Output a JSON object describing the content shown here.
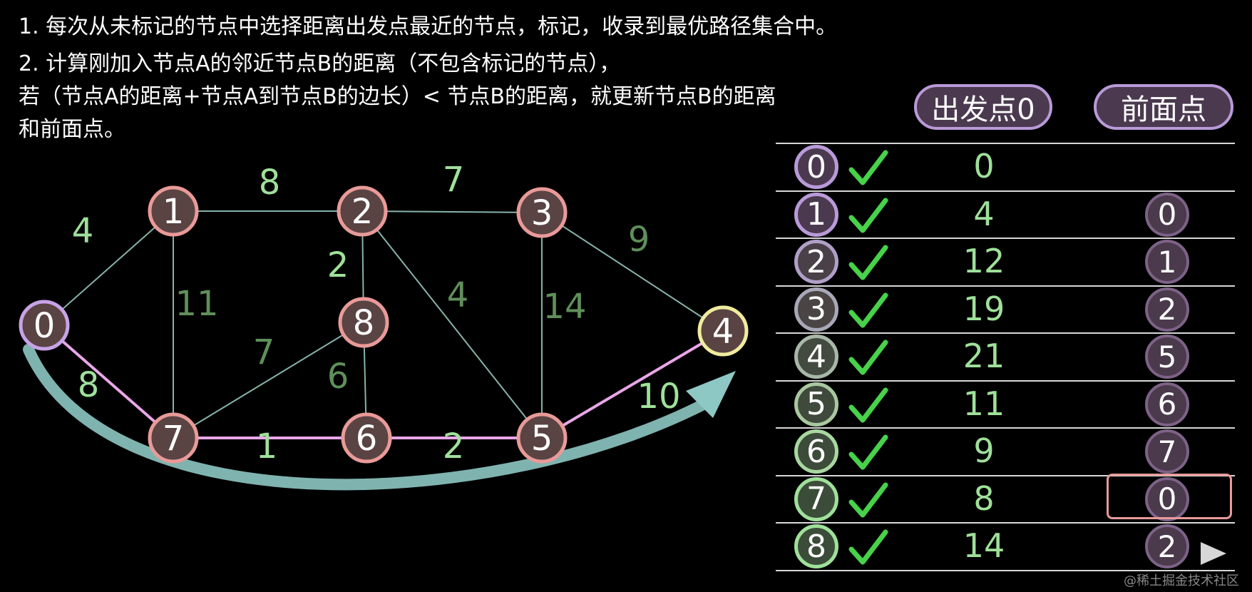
{
  "instructions": [
    "1. 每次从未标记的节点中选择距离出发点最近的节点，标记，收录到最优路径集合中。",
    "2. 计算刚加入节点A的邻近节点B的距离（不包含标记的节点），",
    "若（节点A的距离+节点A到节点B的边长）< 节点B的距离，就更新节点B的距离",
    "和前面点。"
  ],
  "table": {
    "header_distance": "出发点0",
    "header_prev": "前面点",
    "rows": [
      {
        "node": "0",
        "checked": true,
        "distance": "0",
        "prev": ""
      },
      {
        "node": "1",
        "checked": true,
        "distance": "4",
        "prev": "0"
      },
      {
        "node": "2",
        "checked": true,
        "distance": "12",
        "prev": "1"
      },
      {
        "node": "3",
        "checked": true,
        "distance": "19",
        "prev": "2"
      },
      {
        "node": "4",
        "checked": true,
        "distance": "21",
        "prev": "5"
      },
      {
        "node": "5",
        "checked": true,
        "distance": "11",
        "prev": "6"
      },
      {
        "node": "6",
        "checked": true,
        "distance": "9",
        "prev": "7"
      },
      {
        "node": "7",
        "checked": true,
        "distance": "8",
        "prev": "0"
      },
      {
        "node": "8",
        "checked": true,
        "distance": "14",
        "prev": "2"
      }
    ],
    "highlighted_row": "7"
  },
  "graph": {
    "nodes": [
      "0",
      "1",
      "2",
      "3",
      "4",
      "5",
      "6",
      "7",
      "8"
    ],
    "edges": [
      {
        "from": "0",
        "to": "1",
        "weight": "4",
        "path": false
      },
      {
        "from": "0",
        "to": "7",
        "weight": "8",
        "path": true
      },
      {
        "from": "1",
        "to": "2",
        "weight": "8",
        "path": false
      },
      {
        "from": "1",
        "to": "7",
        "weight": "11",
        "path": false
      },
      {
        "from": "2",
        "to": "3",
        "weight": "7",
        "path": false
      },
      {
        "from": "2",
        "to": "8",
        "weight": "2",
        "path": false
      },
      {
        "from": "2",
        "to": "5",
        "weight": "4",
        "path": false
      },
      {
        "from": "3",
        "to": "4",
        "weight": "9",
        "path": false
      },
      {
        "from": "3",
        "to": "5",
        "weight": "14",
        "path": false
      },
      {
        "from": "7",
        "to": "8",
        "weight": "7",
        "path": false
      },
      {
        "from": "8",
        "to": "6",
        "weight": "6",
        "path": false
      },
      {
        "from": "7",
        "to": "6",
        "weight": "1",
        "path": true
      },
      {
        "from": "6",
        "to": "5",
        "weight": "2",
        "path": true
      },
      {
        "from": "5",
        "to": "4",
        "weight": "10",
        "path": true
      }
    ],
    "start_node": "0",
    "target_node": "4"
  },
  "watermark": "@稀土掘金技术社区",
  "colors": {
    "node_fill": "#5a4343",
    "node_border": "#e99a98",
    "start_border": "#c7a3e6",
    "target_border": "#f0ec9e",
    "edge": "#a8e0d6",
    "path_edge": "#e9a6e8",
    "weight_bright": "#9fe09a",
    "weight_dim": "#5f8f5a",
    "arrow": "#7fb3b0"
  }
}
